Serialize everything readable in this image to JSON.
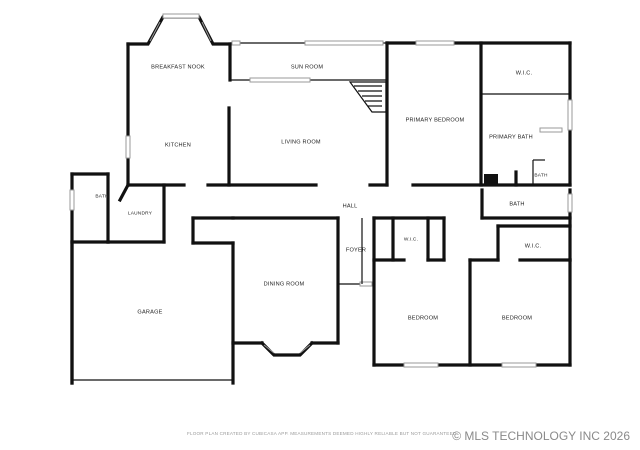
{
  "rooms": {
    "breakfast_nook": "BREAKFAST NOOK",
    "sun_room": "SUN ROOM",
    "primary_bedroom": "PRIMARY BEDROOM",
    "wic_primary": "W.I.C.",
    "primary_bath": "PRIMARY BATH",
    "kitchen": "KITCHEN",
    "living_room": "LIVING ROOM",
    "bath_small": "BATH",
    "bath_left": "BATH",
    "laundry": "LAUNDRY",
    "hall": "HALL",
    "bath_hall": "BATH",
    "foyer": "FOYER",
    "wic_center": "W.I.C.",
    "wic_right": "W.I.C.",
    "garage": "GARAGE",
    "dining_room": "DINING ROOM",
    "bedroom_left": "BEDROOM",
    "bedroom_right": "BEDROOM"
  },
  "footer": {
    "disclaimer": "FLOOR PLAN CREATED BY CUBICASA APP. MEASUREMENTS DEEMED HIGHLY RELIABLE BUT NOT GUARANTEED.",
    "watermark": "© MLS TECHNOLOGY INC 2026"
  }
}
